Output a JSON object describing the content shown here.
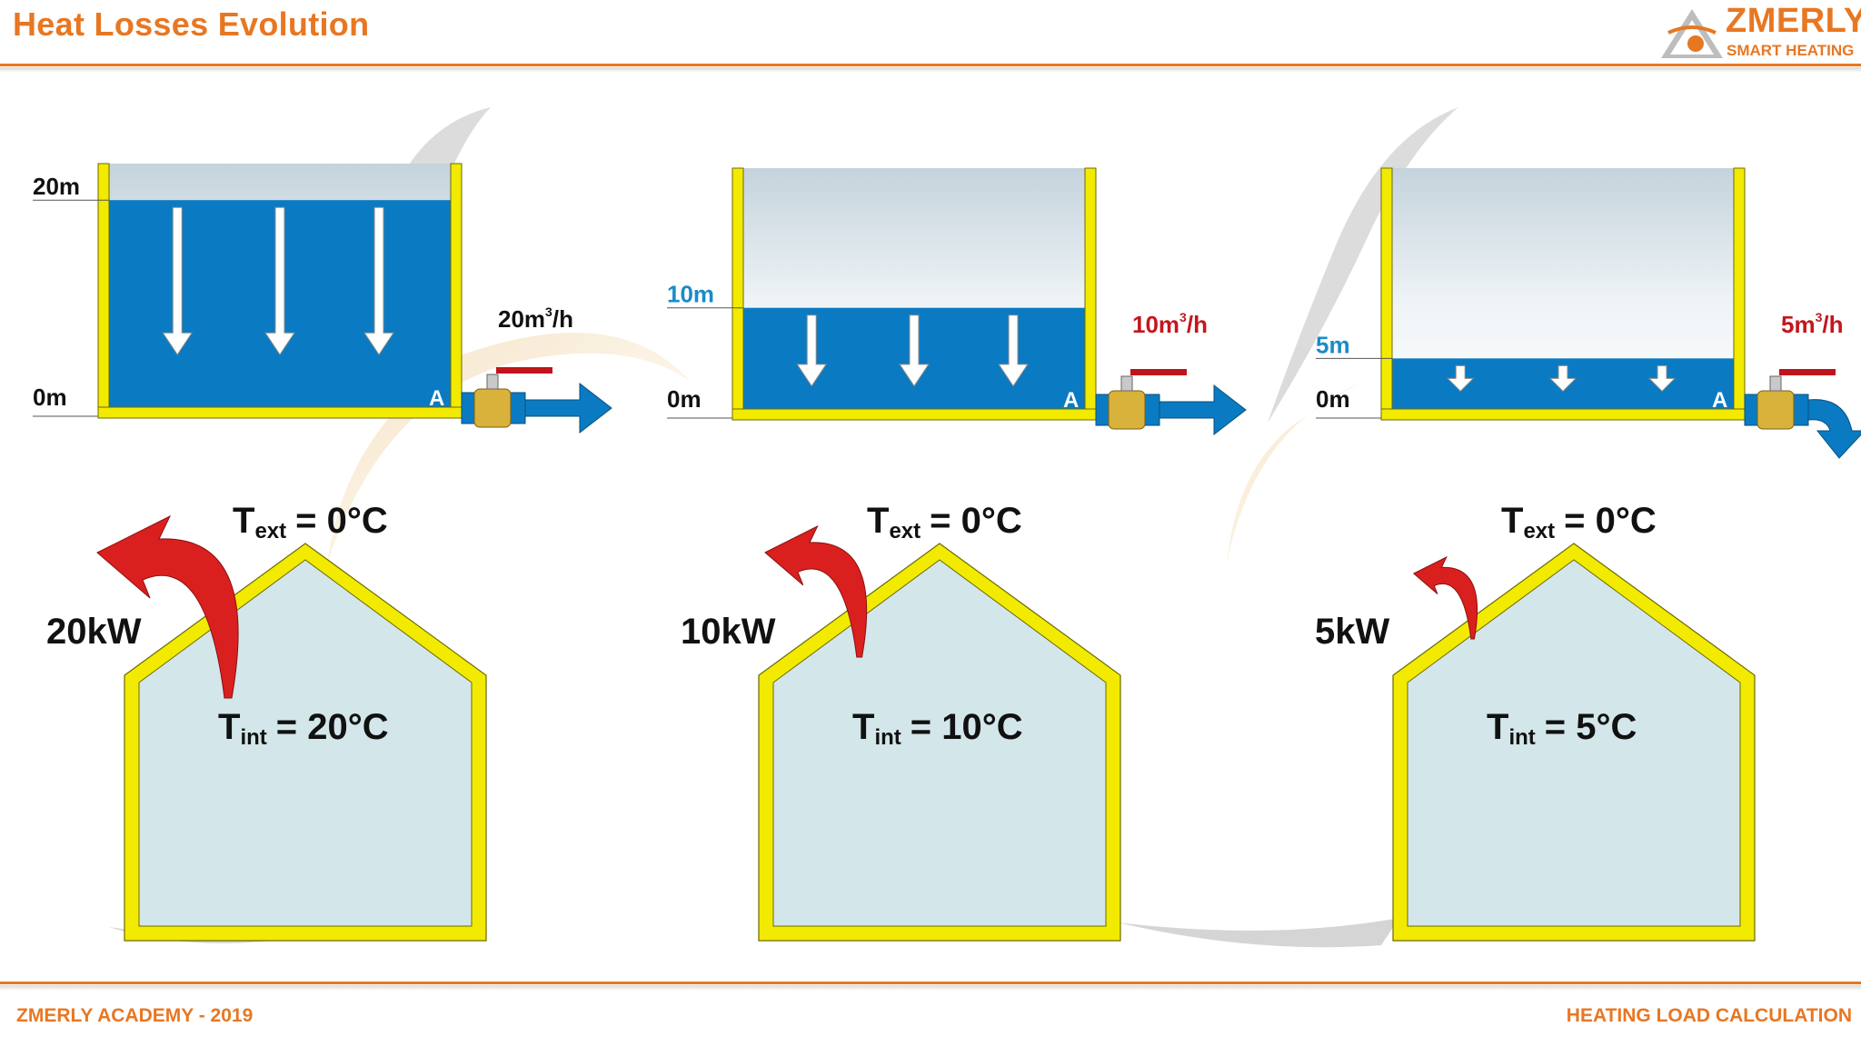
{
  "header": {
    "title": "Heat Losses Evolution"
  },
  "logo": {
    "name": "ZMERLY",
    "tagline": "SMART HEATING"
  },
  "footer": {
    "left": "ZMERLY ACADEMY - 2019",
    "right": "HEATING LOAD CALCULATION"
  },
  "colors": {
    "accent": "#e87722",
    "water": "#0a7bc2",
    "wall": "#f2ea00",
    "house_fill": "#d3e6ea",
    "arrow_red": "#d9201f",
    "label_blue": "#1a8bc9",
    "valve_red": "#c0141c"
  },
  "scenarios": [
    {
      "level_label": "20m",
      "bottom_label": "0m",
      "flow": "20m",
      "flow_unit": "/h",
      "outlet": "A",
      "t_ext": "= 0°C",
      "t_int": "= 20°C",
      "power": "20kW",
      "water_level_fraction": 0.85
    },
    {
      "level_label": "10m",
      "bottom_label": "0m",
      "flow": "10m",
      "flow_unit": "/h",
      "outlet": "A",
      "t_ext": "= 0°C",
      "t_int": "= 10°C",
      "power": "10kW",
      "water_level_fraction": 0.42
    },
    {
      "level_label": "5m",
      "bottom_label": "0m",
      "flow": "5m",
      "flow_unit": "/h",
      "outlet": "A",
      "t_ext": "= 0°C",
      "t_int": "= 5°C",
      "power": "5kW",
      "water_level_fraction": 0.21
    }
  ],
  "symbols": {
    "t": "T",
    "ext": "ext",
    "int": "int",
    "cube": "3"
  }
}
